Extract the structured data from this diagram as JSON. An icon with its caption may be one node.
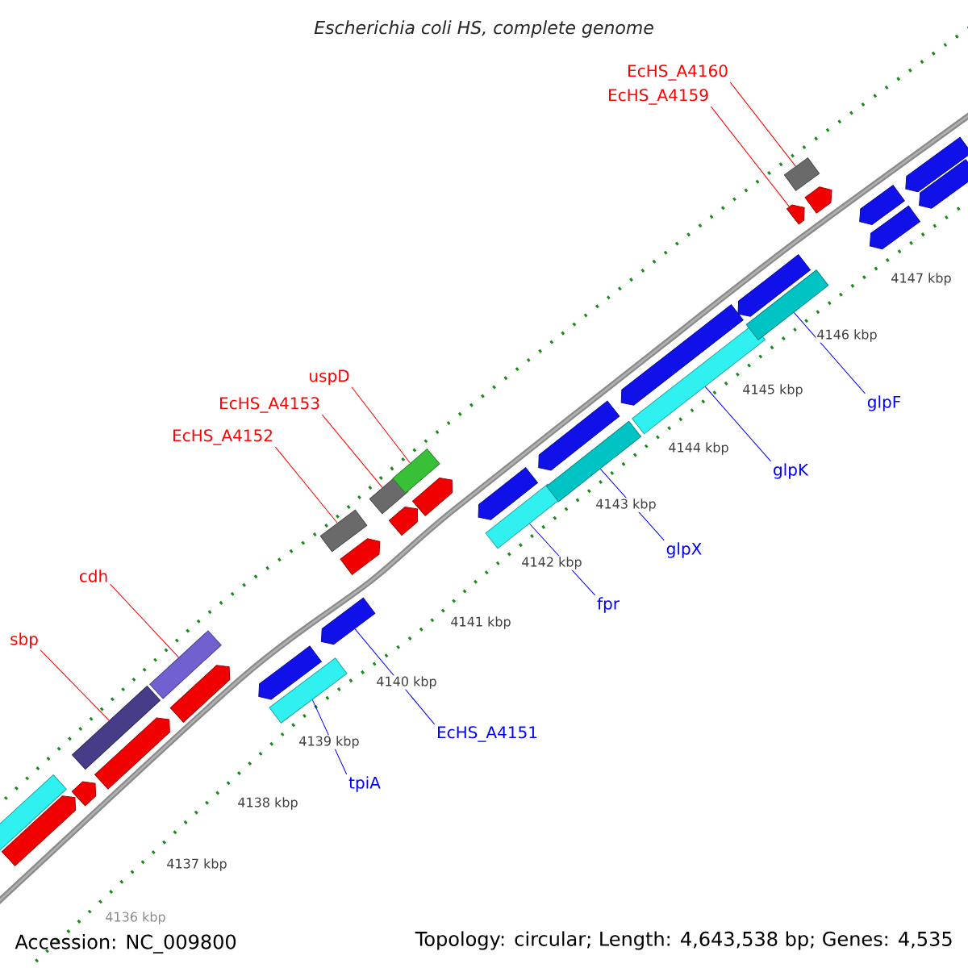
{
  "diagram": {
    "title": "Escherichia coli HS, complete genome",
    "nodes": [
      {
        "text": [
          "EcHS_A4160"
        ]
      },
      {
        "text": [
          "EcHS_A4159"
        ]
      },
      {
        "text": [
          "uspD"
        ]
      },
      {
        "text": [
          "EcHS_A4153"
        ]
      },
      {
        "text": [
          "EcHS_A4152"
        ]
      },
      {
        "text": [
          "cdh"
        ]
      },
      {
        "text": [
          "sbp"
        ]
      },
      {
        "text": [
          "glpF"
        ]
      },
      {
        "text": [
          "glpK"
        ]
      },
      {
        "text": [
          "glpX"
        ]
      },
      {
        "text": [
          "fpr"
        ]
      },
      {
        "text": [
          "EcHS_A4151"
        ]
      },
      {
        "text": [
          "tpiA"
        ]
      },
      {
        "text": [],
        "shape": "box"
      },
      {
        "text": [],
        "shape": "pentagon"
      },
      {
        "text": [],
        "shape": "pentagon"
      },
      {
        "text": [],
        "shape": "box"
      },
      {
        "text": [],
        "shape": "pentagon"
      },
      {
        "text": [],
        "shape": "box"
      },
      {
        "text": [],
        "shape": "pentagon"
      },
      {
        "text": [],
        "shape": "pentagon"
      },
      {
        "text": [],
        "shape": "box"
      },
      {
        "text": [],
        "shape": "box"
      },
      {
        "text": [],
        "shape": "pentagon"
      },
      {
        "text": [],
        "shape": "pentagon"
      },
      {
        "text": [],
        "shape": "box"
      },
      {
        "text": [],
        "shape": "pentagon"
      },
      {
        "text": [],
        "shape": "box"
      },
      {
        "text": [],
        "shape": "pentagon"
      },
      {
        "text": [],
        "shape": "pentagon"
      },
      {
        "text": [],
        "shape": "box"
      },
      {
        "text": [],
        "shape": "pentagon"
      },
      {
        "text": [],
        "shape": "box"
      },
      {
        "text": [],
        "shape": "pentagon"
      },
      {
        "text": [],
        "shape": "box"
      },
      {
        "text": [],
        "shape": "pentagon"
      },
      {
        "text": [],
        "shape": "box"
      },
      {
        "text": [],
        "shape": "pentagon"
      },
      {
        "text": [],
        "shape": "box"
      },
      {
        "text": [],
        "shape": "pentagon"
      },
      {
        "text": [],
        "shape": "pentagon"
      },
      {
        "text": [],
        "shape": "pentagon"
      },
      {
        "text": [],
        "shape": "pentagon"
      },
      {
        "text": [],
        "shape": "pentagon"
      }
    ],
    "edges": [
      {
        "from": 0,
        "to": 38,
        "arrow": "none"
      },
      {
        "from": 1,
        "to": 37,
        "arrow": "none"
      },
      {
        "from": 2,
        "to": 27,
        "arrow": "none"
      },
      {
        "from": 3,
        "to": 25,
        "arrow": "none"
      },
      {
        "from": 4,
        "to": 22,
        "arrow": "none"
      },
      {
        "from": 5,
        "to": 18,
        "arrow": "none"
      },
      {
        "from": 6,
        "to": 16,
        "arrow": "none"
      },
      {
        "from": 7,
        "to": 36,
        "arrow": "none",
        "color": "#0000ff"
      },
      {
        "from": 8,
        "to": 34,
        "arrow": "none",
        "color": "#0000ff"
      },
      {
        "from": 9,
        "to": 32,
        "arrow": "none",
        "color": "#0000ff"
      },
      {
        "from": 10,
        "to": 30,
        "arrow": "none",
        "color": "#0000ff"
      },
      {
        "from": 11,
        "to": 23,
        "arrow": "none",
        "color": "#0000ff"
      },
      {
        "from": 12,
        "to": 21,
        "arrow": "none",
        "color": "#0000ff"
      }
    ],
    "labels": [
      "4147 kbp",
      "4146 kbp",
      "4145 kbp",
      "4144 kbp",
      "4143 kbp",
      "4142 kbp",
      "4141 kbp",
      "4140 kbp",
      "4139 kbp",
      "4138 kbp",
      "4137 kbp",
      "4136 kbp",
      "Accession: NC_009800",
      "Topology: circular; Length: 4,643,538 bp; Genes: 4,535"
    ]
  }
}
